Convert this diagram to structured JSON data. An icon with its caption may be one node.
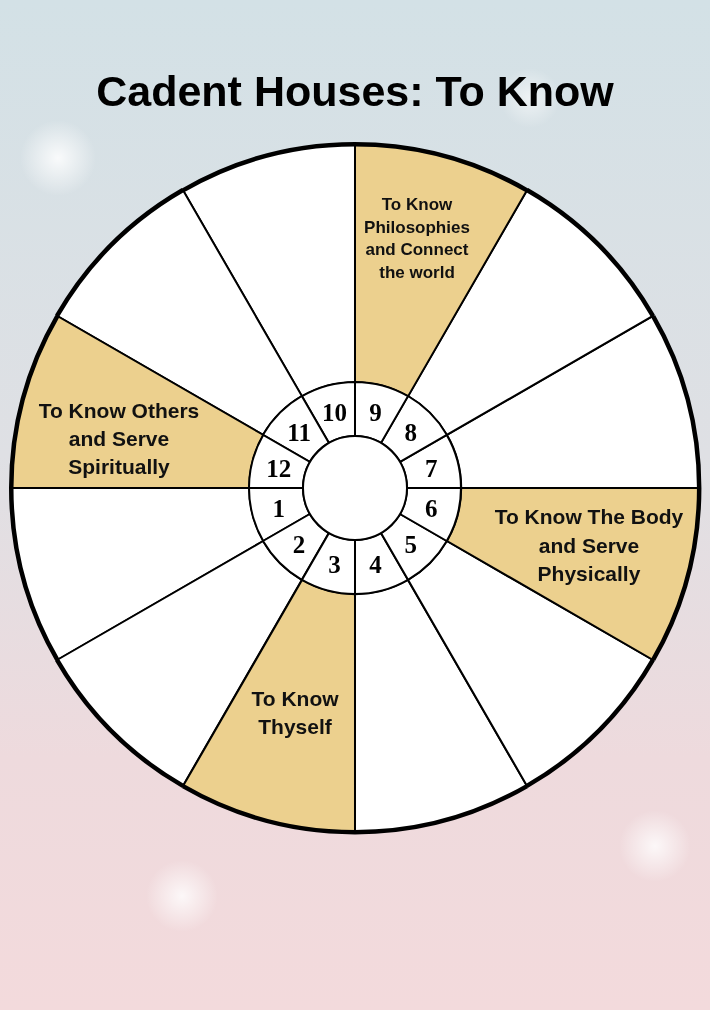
{
  "diagram": {
    "title": "Cadent Houses: To Know",
    "nodes": [
      {
        "text": [],
        "shape": "wedge"
      },
      {
        "text": [],
        "shape": "wedge"
      },
      {
        "text": [
          "To Know Thyself"
        ]
      },
      {
        "text": [],
        "shape": "wedge"
      },
      {
        "text": [],
        "shape": "wedge"
      },
      {
        "text": [
          "To Know The Body and Serve Physically"
        ]
      },
      {
        "text": [],
        "shape": "wedge"
      },
      {
        "text": [],
        "shape": "wedge"
      },
      {
        "text": [
          "To Know Philosophies and Connect the world"
        ]
      },
      {
        "text": [],
        "shape": "wedge"
      },
      {
        "text": [],
        "shape": "wedge"
      },
      {
        "text": [
          "To Know Others and Serve Spiritually"
        ]
      },
      {
        "text": [
          "1"
        ]
      },
      {
        "text": [
          "2"
        ]
      },
      {
        "text": [
          "3"
        ]
      },
      {
        "text": [
          "4"
        ]
      },
      {
        "text": [
          "5"
        ]
      },
      {
        "text": [
          "6"
        ]
      },
      {
        "text": [
          "7"
        ]
      },
      {
        "text": [
          "8"
        ]
      },
      {
        "text": [
          "9"
        ]
      },
      {
        "text": [
          "10"
        ]
      },
      {
        "text": [
          "11"
        ]
      },
      {
        "text": [
          "12"
        ]
      },
      {
        "text": [],
        "shape": "circle"
      }
    ]
  }
}
